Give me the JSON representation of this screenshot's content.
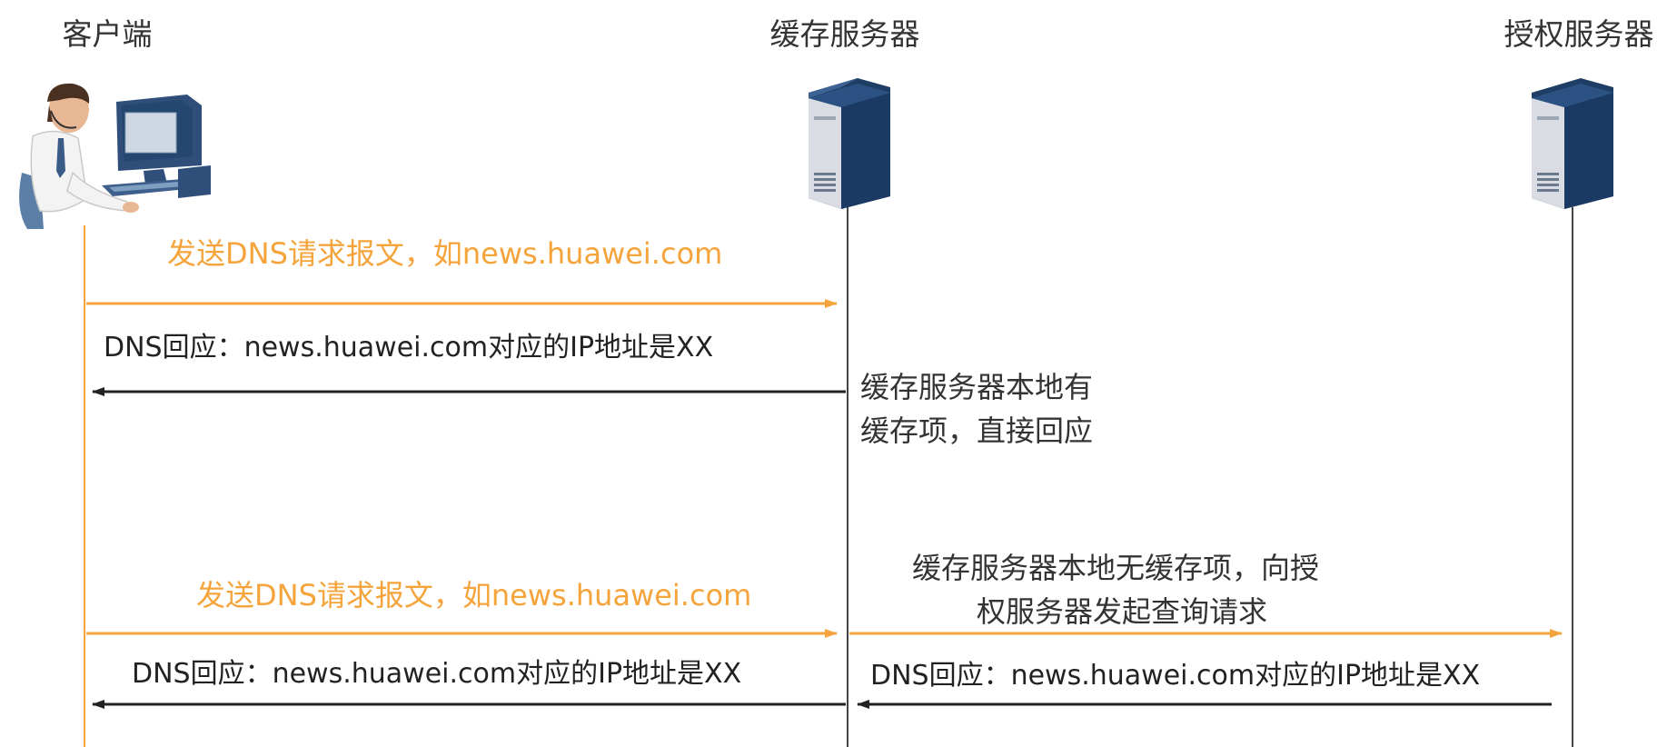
{
  "colors": {
    "request": "#f5a43c",
    "response": "#222222",
    "lifeline_client": "#f5a43c",
    "lifeline_server": "#444444"
  },
  "actors": {
    "client": {
      "label": "客户端",
      "icon": "person-at-computer-icon"
    },
    "cache": {
      "label": "缓存服务器",
      "icon": "server-tower-icon"
    },
    "auth": {
      "label": "授权服务器",
      "icon": "server-tower-icon"
    }
  },
  "scenario_hit": {
    "request": "发送DNS请求报文，如news.huawei.com",
    "response": "DNS回应：news.huawei.com对应的IP地址是XX",
    "note_line1": "缓存服务器本地有",
    "note_line2": "缓存项，直接回应"
  },
  "scenario_miss": {
    "request": "发送DNS请求报文，如news.huawei.com",
    "note_line1": "缓存服务器本地无缓存项，向授",
    "note_line2": "权服务器发起查询请求",
    "auth_response": "DNS回应：news.huawei.com对应的IP地址是XX",
    "client_response": "DNS回应：news.huawei.com对应的IP地址是XX"
  }
}
